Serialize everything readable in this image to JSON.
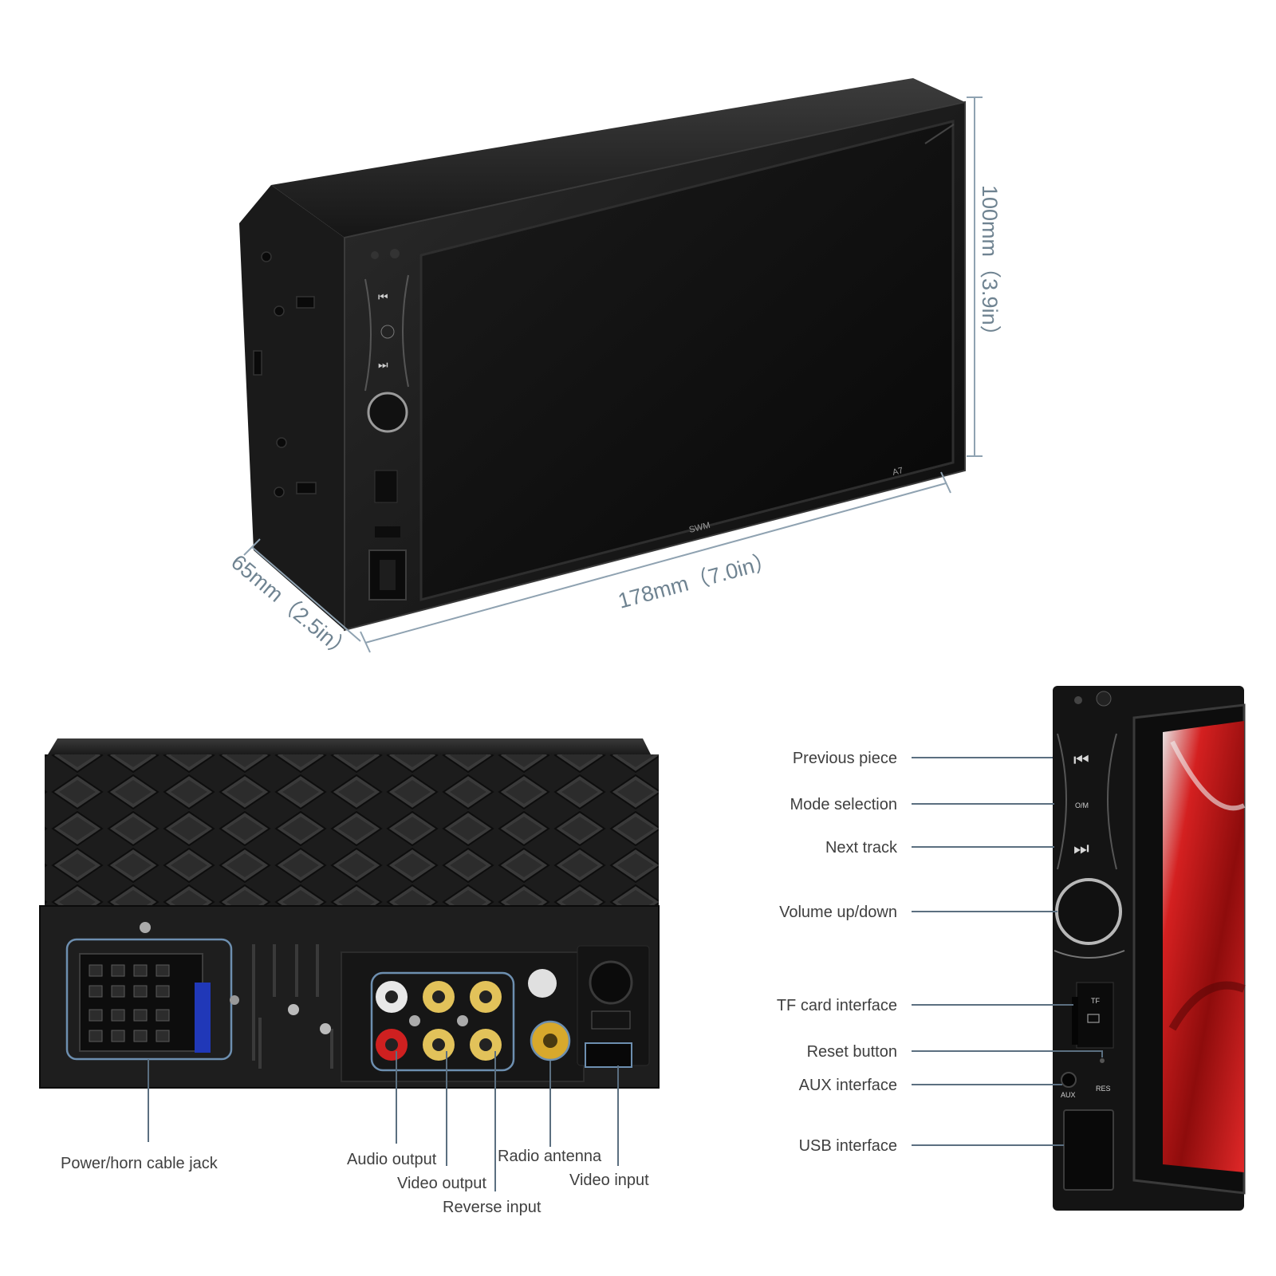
{
  "dimensions": {
    "width": "178mm（7.0in）",
    "height": "100mm（3.9in）",
    "depth": "65mm（2.5in）"
  },
  "device": {
    "brand_mark": "SWM",
    "model_mark": "A7"
  },
  "rear_panel_labels": {
    "power_horn": "Power/horn cable jack",
    "audio_output": "Audio output",
    "video_output": "Video output",
    "reverse_input": "Reverse input",
    "radio_antenna": "Radio antenna",
    "video_input": "Video input"
  },
  "front_panel_labels": {
    "previous": "Previous piece",
    "mode": "Mode selection",
    "next": "Next track",
    "volume": "Volume up/down",
    "tf_card": "TF card interface",
    "reset": "Reset button",
    "aux": "AUX interface",
    "usb": "USB interface"
  },
  "front_panel_marks": {
    "mode_button": "O/M",
    "tf": "TF",
    "aux": "AUX",
    "reset": "RES"
  },
  "colors": {
    "leader_line": "#5b6f80",
    "dimension_text": "#6f8391",
    "device_body": "#151515",
    "screen_red": "#c41a1a"
  }
}
